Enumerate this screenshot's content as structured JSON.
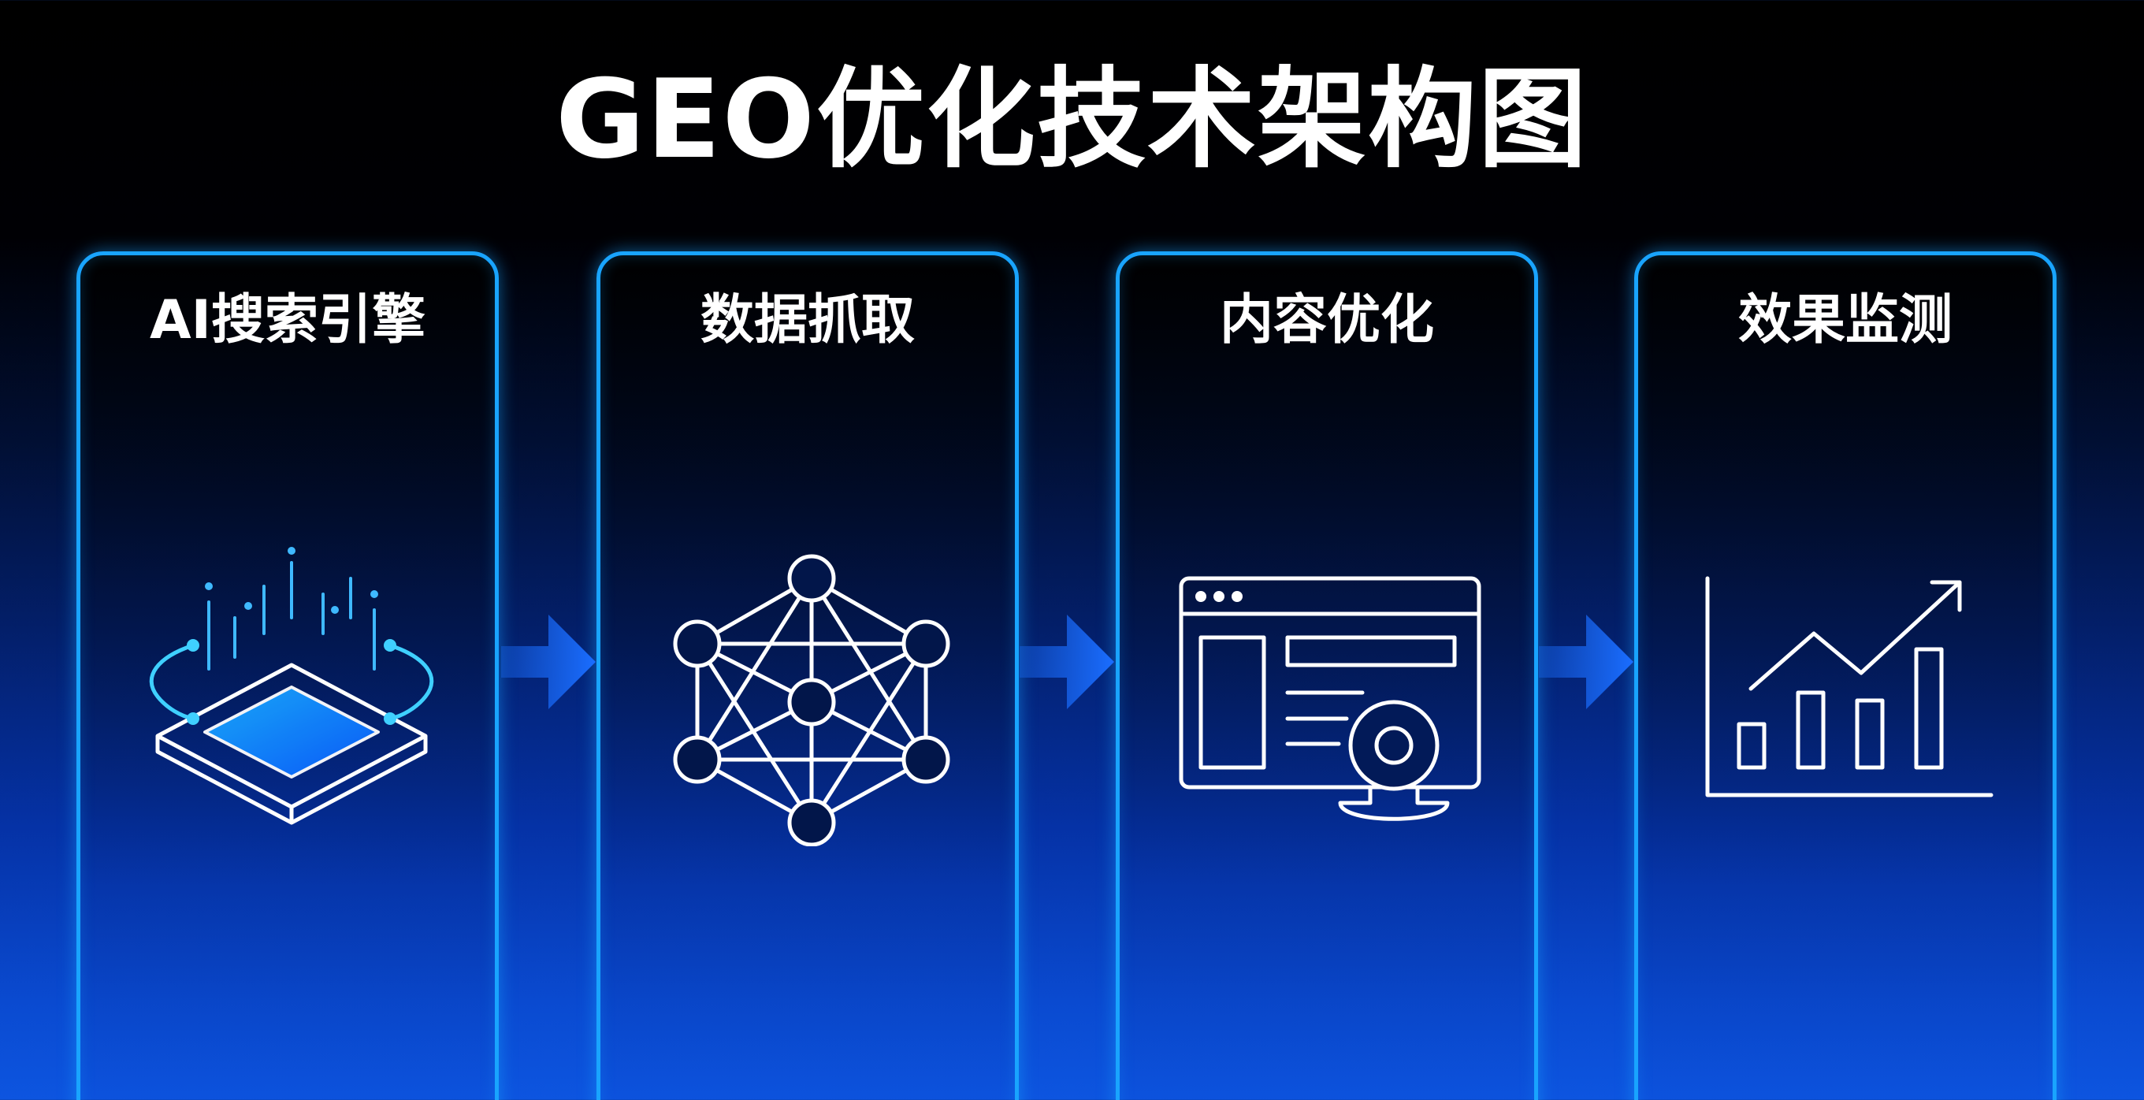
{
  "title": "GEO优化技术架构图",
  "stages": [
    {
      "label": "AI搜索引擎",
      "icon": "ai-chip-icon"
    },
    {
      "label": "数据抓取",
      "icon": "network-graph-icon"
    },
    {
      "label": "内容优化",
      "icon": "webpage-edit-icon"
    },
    {
      "label": "效果监测",
      "icon": "growth-chart-icon"
    }
  ],
  "flow": [
    "stages.0",
    "stages.1",
    "stages.2",
    "stages.3"
  ],
  "colors": {
    "accent": "#19a4ff",
    "arrow": "#1a6dff",
    "text": "#ffffff",
    "background_top": "#000000",
    "background_bottom": "#0d55e0"
  }
}
